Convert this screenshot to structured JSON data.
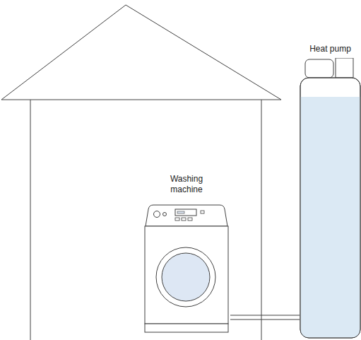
{
  "diagram": {
    "nodes": [
      {
        "text": [
          "Washing machine"
        ]
      },
      {
        "text": [
          "Heat pump"
        ]
      }
    ],
    "edges": [
      {
        "from": 0,
        "to": 1,
        "arrow": "none"
      }
    ]
  }
}
